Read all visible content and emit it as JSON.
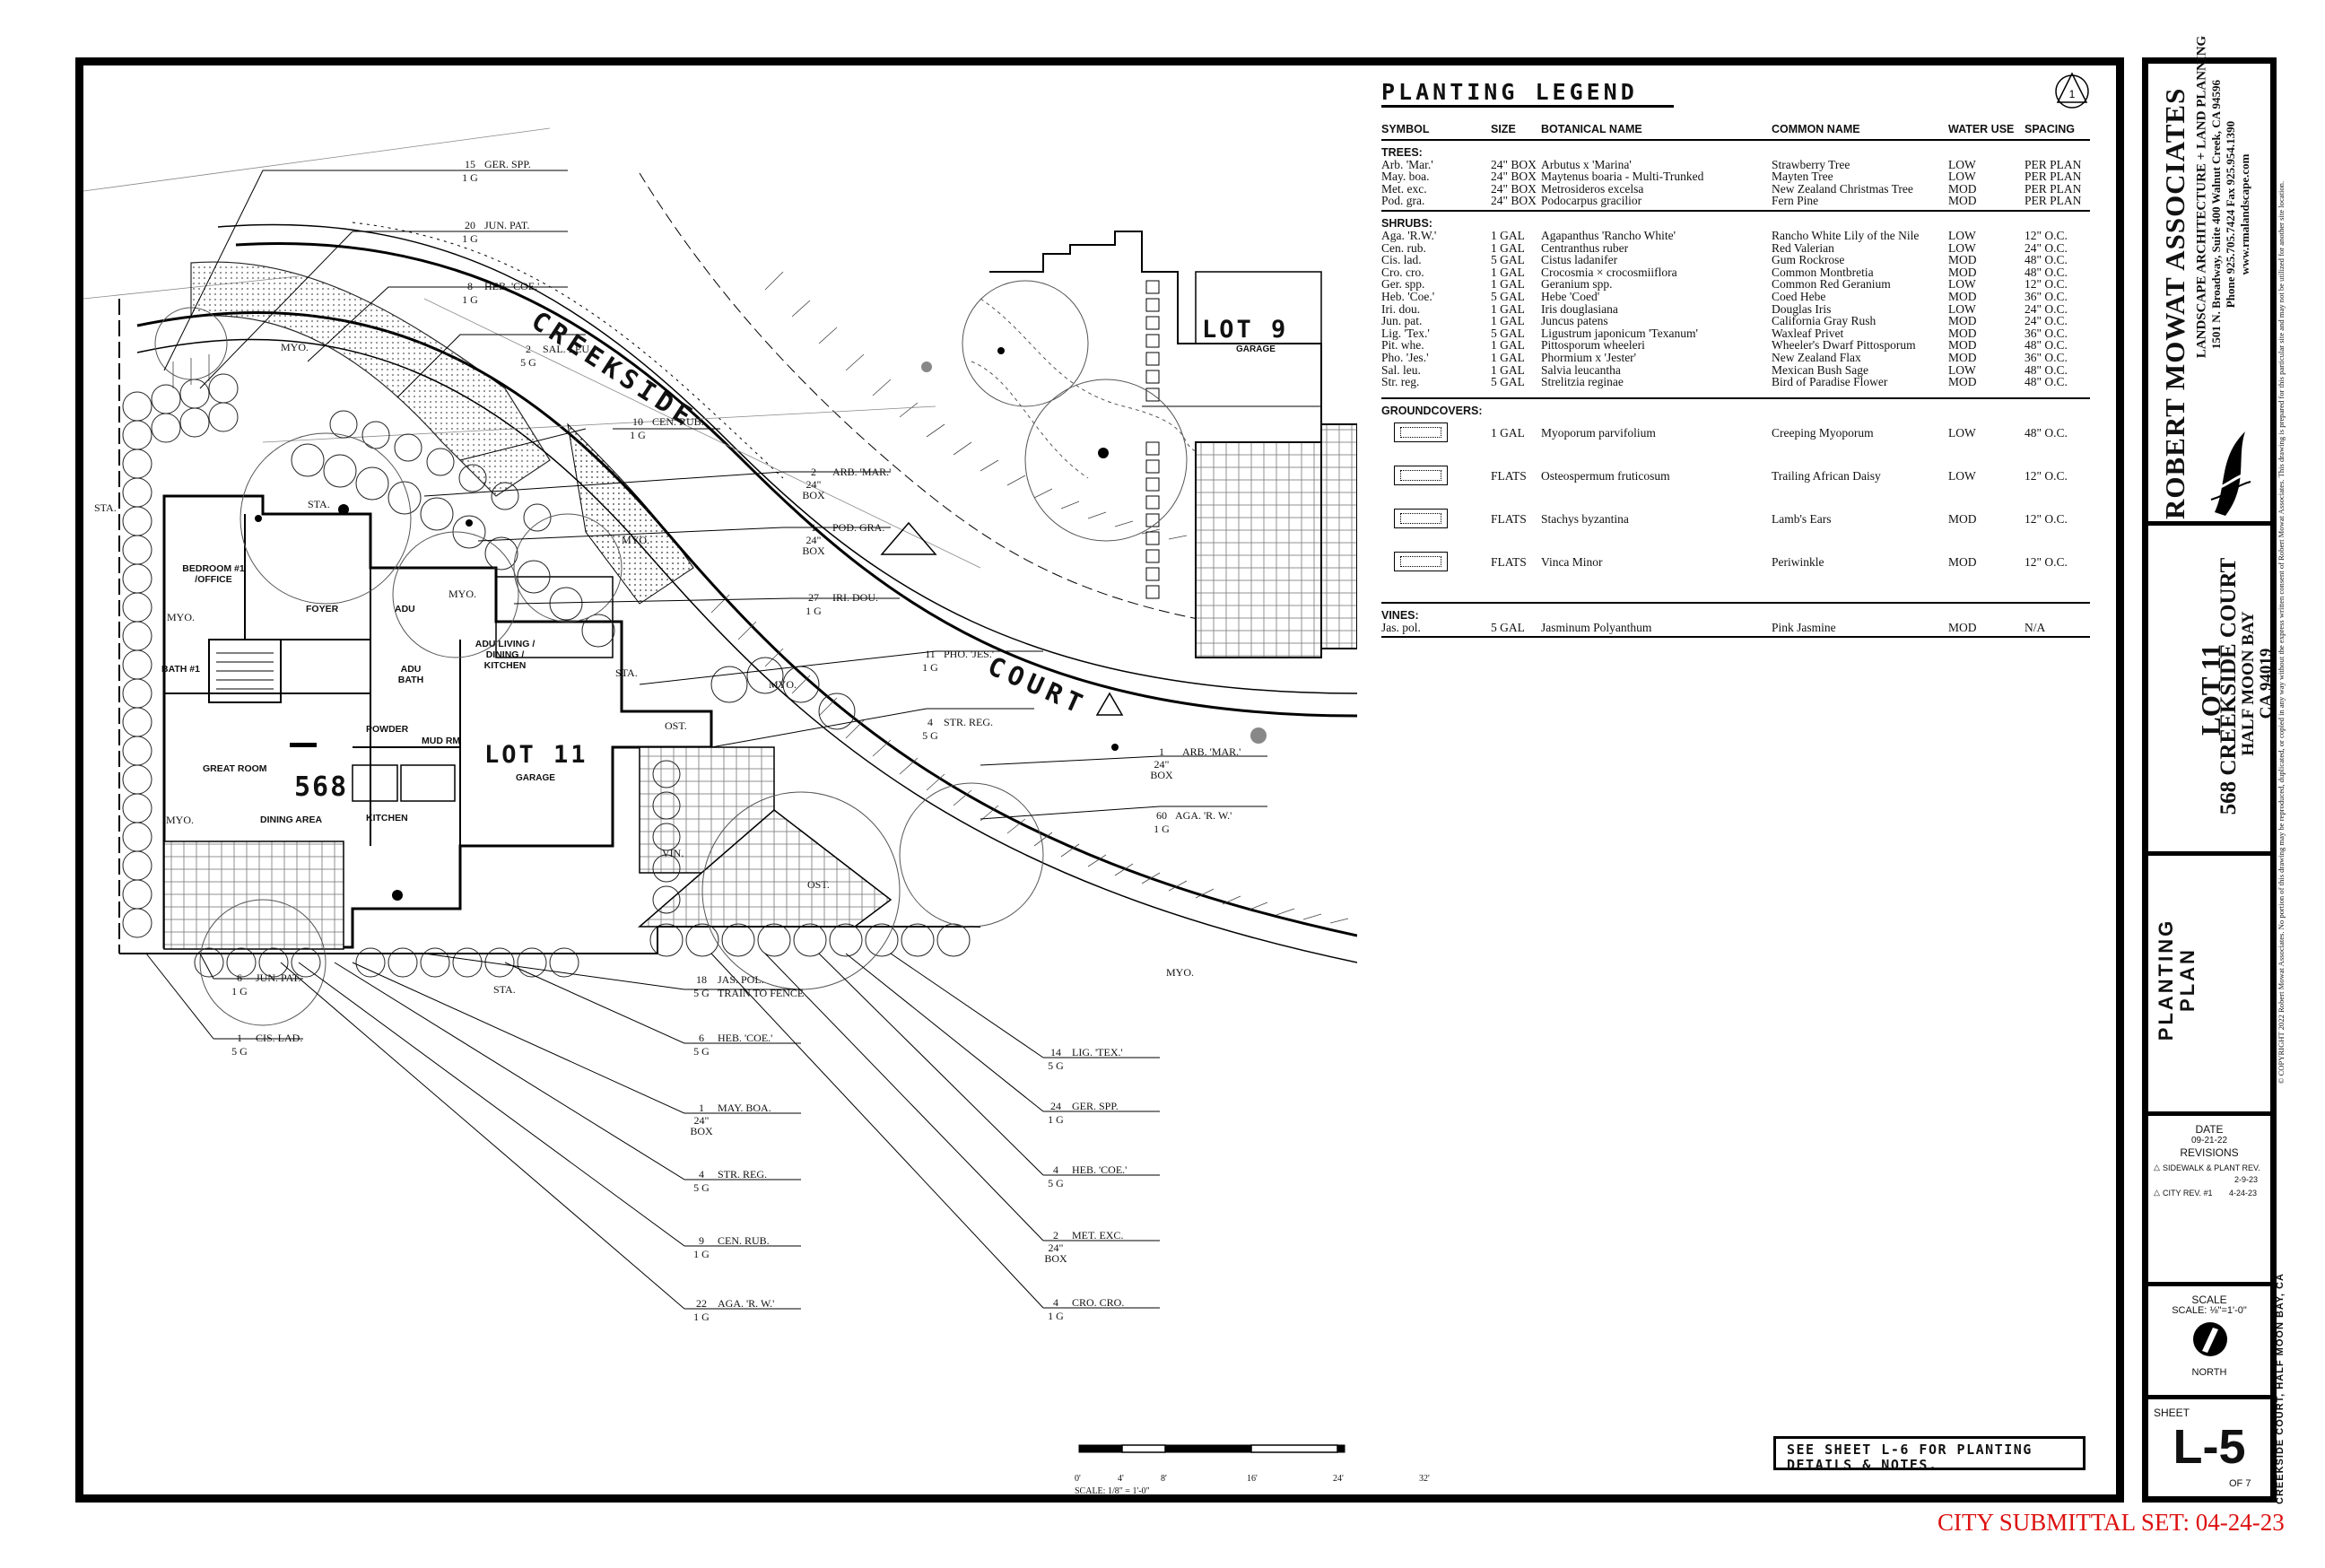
{
  "legend": {
    "title": "PLANTING LEGEND",
    "headers": {
      "symbol": "SYMBOL",
      "size": "SIZE",
      "botanical": "BOTANICAL NAME",
      "common": "COMMON NAME",
      "water": "WATER USE",
      "spacing": "SPACING"
    },
    "trees_label": "TREES:",
    "trees": [
      {
        "symbol": "Arb. 'Mar.'",
        "size": "24\" BOX",
        "botanical": "Arbutus x 'Marina'",
        "common": "Strawberry Tree",
        "water": "LOW",
        "spacing": "PER PLAN"
      },
      {
        "symbol": "May. boa.",
        "size": "24\" BOX",
        "botanical": "Maytenus boaria - Multi-Trunked",
        "common": "Mayten Tree",
        "water": "LOW",
        "spacing": "PER PLAN"
      },
      {
        "symbol": "Met. exc.",
        "size": "24\" BOX",
        "botanical": "Metrosideros excelsa",
        "common": "New Zealand Christmas Tree",
        "water": "MOD",
        "spacing": "PER PLAN"
      },
      {
        "symbol": "Pod. gra.",
        "size": "24\" BOX",
        "botanical": "Podocarpus gracilior",
        "common": "Fern Pine",
        "water": "MOD",
        "spacing": "PER PLAN"
      }
    ],
    "shrubs_label": "SHRUBS:",
    "shrubs": [
      {
        "symbol": "Aga. 'R.W.'",
        "size": "1 GAL",
        "botanical": "Agapanthus 'Rancho White'",
        "common": "Rancho White Lily of the Nile",
        "water": "LOW",
        "spacing": "12\" O.C."
      },
      {
        "symbol": "Cen. rub.",
        "size": "1 GAL",
        "botanical": "Centranthus ruber",
        "common": "Red Valerian",
        "water": "LOW",
        "spacing": "24\" O.C."
      },
      {
        "symbol": "Cis. lad.",
        "size": "5 GAL",
        "botanical": "Cistus ladanifer",
        "common": "Gum Rockrose",
        "water": "MOD",
        "spacing": "48\" O.C."
      },
      {
        "symbol": "Cro. cro.",
        "size": "1 GAL",
        "botanical": "Crocosmia × crocosmiiflora",
        "common": "Common Montbretia",
        "water": "MOD",
        "spacing": "48\" O.C."
      },
      {
        "symbol": "Ger. spp.",
        "size": "1 GAL",
        "botanical": "Geranium spp.",
        "common": "Common Red Geranium",
        "water": "LOW",
        "spacing": "12\" O.C."
      },
      {
        "symbol": "Heb. 'Coe.'",
        "size": "5 GAL",
        "botanical": "Hebe 'Coed'",
        "common": "Coed Hebe",
        "water": "MOD",
        "spacing": "36\" O.C."
      },
      {
        "symbol": "Iri. dou.",
        "size": "1 GAL",
        "botanical": "Iris douglasiana",
        "common": "Douglas Iris",
        "water": "LOW",
        "spacing": "24\" O.C."
      },
      {
        "symbol": "Jun. pat.",
        "size": "1 GAL",
        "botanical": "Juncus patens",
        "common": "California Gray Rush",
        "water": "MOD",
        "spacing": "24\" O.C."
      },
      {
        "symbol": "Lig. 'Tex.'",
        "size": "5 GAL",
        "botanical": "Ligustrum japonicum 'Texanum'",
        "common": "Waxleaf Privet",
        "water": "MOD",
        "spacing": "36\" O.C."
      },
      {
        "symbol": "Pit. whe.",
        "size": "1 GAL",
        "botanical": "Pittosporum wheeleri",
        "common": "Wheeler's Dwarf Pittosporum",
        "water": "MOD",
        "spacing": "48\" O.C."
      },
      {
        "symbol": "Pho. 'Jes.'",
        "size": "1 GAL",
        "botanical": "Phormium x 'Jester'",
        "common": "New Zealand Flax",
        "water": "MOD",
        "spacing": "36\" O.C."
      },
      {
        "symbol": "Sal. leu.",
        "size": "1 GAL",
        "botanical": "Salvia leucantha",
        "common": "Mexican Bush Sage",
        "water": "LOW",
        "spacing": "48\" O.C."
      },
      {
        "symbol": "Str. reg.",
        "size": "5 GAL",
        "botanical": "Strelitzia reginae",
        "common": "Bird of Paradise Flower",
        "water": "MOD",
        "spacing": "48\" O.C."
      }
    ],
    "groundcovers_label": "GROUNDCOVERS:",
    "groundcovers": [
      {
        "size": "1 GAL",
        "botanical": "Myoporum parvifolium",
        "common": "Creeping Myoporum",
        "water": "LOW",
        "spacing": "48\" O.C."
      },
      {
        "size": "FLATS",
        "botanical": "Osteospermum fruticosum",
        "common": "Trailing African Daisy",
        "water": "LOW",
        "spacing": "12\" O.C."
      },
      {
        "size": "FLATS",
        "botanical": "Stachys byzantina",
        "common": "Lamb's Ears",
        "water": "MOD",
        "spacing": "12\" O.C."
      },
      {
        "size": "FLATS",
        "botanical": "Vinca Minor",
        "common": "Periwinkle",
        "water": "MOD",
        "spacing": "12\" O.C."
      }
    ],
    "vines_label": "VINES:",
    "vines": [
      {
        "symbol": "Jas. pol.",
        "size": "5 GAL",
        "botanical": "Jasminum Polyanthum",
        "common": "Pink Jasmine",
        "water": "MOD",
        "spacing": "N/A"
      }
    ]
  },
  "note": "SEE SHEET L-6 FOR PLANTING DETAILS & NOTES.",
  "submittal": "CITY SUBMITTAL SET: 04-24-23",
  "scale_bar": {
    "ticks": [
      "0'",
      "4'",
      "8'",
      "16'",
      "24'",
      "32'"
    ],
    "label": "SCALE: 1/8\" = 1'-0\""
  },
  "title_block": {
    "firm": "ROBERT MOWAT ASSOCIATES",
    "firm_sub": "LANDSCAPE ARCHITECTURE + LAND PLANNING",
    "address": "1501 N. Broadway, Suite 400 Walnut Creek, CA 94596",
    "phone": "Phone 925.705.7424  Fax 925.954.1390",
    "web": "www.rmalandscape.com",
    "project_lot": "LOT 11",
    "project_address": "568 CREEKSIDE COURT",
    "project_city": "HALF MOON BAY",
    "project_state": "CA 94019",
    "sheet_title_1": "PLANTING",
    "sheet_title_2": "PLAN",
    "copyright": "© COPYRIGHT 2022 Robert Mowat Associates. No portion of this drawing may be reproduced, duplicated, or copied in any way without the express written consent of Robert Mowat Associates. This drawing is prepared for this particular site and may not be utilized for another site location.",
    "date_label": "DATE",
    "date": "09-21-22",
    "revisions_label": "REVISIONS",
    "rev1": "SIDEWALK & PLANT REV.",
    "rev1_date": "2-9-23",
    "rev2": "CITY REV. #1",
    "rev2_date": "4-24-23",
    "scale_label": "SCALE",
    "scale": "SCALE: ⅛\"=1'-0\"",
    "north": "NORTH",
    "sheet_label": "SHEET",
    "sheet_number": "L-5",
    "sheet_of": "OF 7",
    "side_strip": "CREEKSIDE COURT, HALF MOON BAY, CA"
  },
  "plan": {
    "street_1": "CREEKSIDE",
    "street_2": "COURT",
    "lot9": "LOT 9",
    "lot9_sub": "GARAGE",
    "lot11": "LOT 11",
    "lot11_sub": "GARAGE",
    "house_number": "568",
    "rooms": [
      "BEDROOM #1 /OFFICE",
      "FOYER",
      "ADU",
      "ADU LIVING / DINING / KITCHEN",
      "ADU BATH",
      "BATH #1",
      "POWDER",
      "MUD RM",
      "GREAT ROOM",
      "DINING AREA",
      "KITCHEN"
    ],
    "tags": [
      "MYO.",
      "STA.",
      "MYO.",
      "STA.",
      "MYO.",
      "MYO.",
      "STA.",
      "OST.",
      "MYO.",
      "VIN.",
      "OST.",
      "MYO.",
      "STA.",
      "MYO."
    ],
    "callouts": [
      {
        "qty": "15",
        "size": "1 G",
        "name": "GER. SPP."
      },
      {
        "qty": "20",
        "size": "1 G",
        "name": "JUN. PAT."
      },
      {
        "qty": "8",
        "size": "1 G",
        "name": "HEB. 'COE.'"
      },
      {
        "qty": "2",
        "size": "5 G",
        "name": "SAL. LEU."
      },
      {
        "qty": "10",
        "size": "1 G",
        "name": "CEN. RUB."
      },
      {
        "qty": "2",
        "size": "24\" BOX",
        "name": "ARB. 'MAR.'"
      },
      {
        "qty": "1",
        "size": "24\" BOX",
        "name": "POD. GRA."
      },
      {
        "qty": "27",
        "size": "1 G",
        "name": "IRI. DOU."
      },
      {
        "qty": "11",
        "size": "1 G",
        "name": "PHO. 'JES.'"
      },
      {
        "qty": "4",
        "size": "5 G",
        "name": "STR. REG."
      },
      {
        "qty": "1",
        "size": "24\" BOX",
        "name": "ARB. 'MAR.'"
      },
      {
        "qty": "60",
        "size": "1 G",
        "name": "AGA. 'R. W.'"
      },
      {
        "qty": "6",
        "size": "1 G",
        "name": "JUN. PAT."
      },
      {
        "qty": "1",
        "size": "5 G",
        "name": "CIS. LAD."
      },
      {
        "qty": "18",
        "size": "5 G",
        "name": "JAS. POL."
      },
      {
        "qty": "6",
        "size": "5 G",
        "name": "HEB. 'COE.'"
      },
      {
        "qty": "1",
        "size": "24\" BOX",
        "name": "MAY. BOA."
      },
      {
        "qty": "4",
        "size": "5 G",
        "name": "STR. REG."
      },
      {
        "qty": "9",
        "size": "1 G",
        "name": "CEN. RUB."
      },
      {
        "qty": "22",
        "size": "1 G",
        "name": "AGA. 'R. W.'"
      },
      {
        "qty": "14",
        "size": "5 G",
        "name": "LIG. 'TEX.'"
      },
      {
        "qty": "24",
        "size": "1 G",
        "name": "GER. SPP."
      },
      {
        "qty": "4",
        "size": "5 G",
        "name": "HEB. 'COE.'"
      },
      {
        "qty": "2",
        "size": "24\" BOX",
        "name": "MET. EXC."
      },
      {
        "qty": "4",
        "size": "1 G",
        "name": "CRO. CRO."
      }
    ],
    "train_note": "TRAIN TO FENCE"
  }
}
